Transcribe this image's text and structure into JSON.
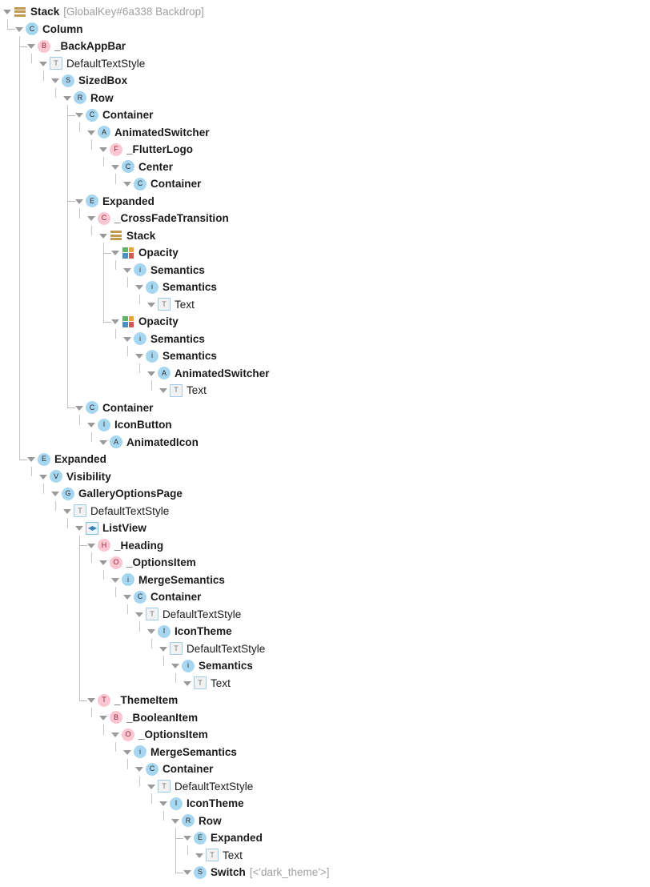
{
  "app": {
    "title": "Flutter Widget Inspector Tree",
    "background": "#ffffff",
    "icon_colors": {
      "circle_blue": "#a7d7f0",
      "circle_pink": "#fbc6d1",
      "stack_bar": "#c09a52",
      "grid_green": "#62b465",
      "grid_orange": "#e8a33d",
      "grid_blue": "#4a90c4",
      "grid_red": "#cc5a55",
      "guide_line": "#c6c6c6",
      "meta_text": "#a0a0a0",
      "label_text": "#1a1a1a"
    }
  },
  "tree": {
    "nodes": [
      {
        "id": 0,
        "depth": 0,
        "label": "Stack",
        "meta": "[GlobalKey#6a338 Backdrop]",
        "icon": "stack-icon",
        "letter": "",
        "bold": true,
        "expanded": true,
        "elbow": false
      },
      {
        "id": 1,
        "depth": 1,
        "label": "Column",
        "meta": "",
        "icon": "circle-blue-icon",
        "letter": "C",
        "bold": true,
        "expanded": true,
        "elbow": true
      },
      {
        "id": 2,
        "depth": 2,
        "label": "_BackAppBar",
        "meta": "",
        "icon": "circle-pink-icon",
        "letter": "B",
        "bold": true,
        "expanded": true,
        "elbow": true
      },
      {
        "id": 3,
        "depth": 3,
        "label": "DefaultTextStyle",
        "meta": "",
        "icon": "box-t-icon",
        "letter": "T",
        "bold": false,
        "expanded": true,
        "elbow": false
      },
      {
        "id": 4,
        "depth": 4,
        "label": "SizedBox",
        "meta": "",
        "icon": "circle-blue-icon",
        "letter": "S",
        "bold": true,
        "expanded": true,
        "elbow": false
      },
      {
        "id": 5,
        "depth": 5,
        "label": "Row",
        "meta": "",
        "icon": "circle-blue-icon",
        "letter": "R",
        "bold": true,
        "expanded": true,
        "elbow": false
      },
      {
        "id": 6,
        "depth": 6,
        "label": "Container",
        "meta": "",
        "icon": "circle-blue-icon",
        "letter": "C",
        "bold": true,
        "expanded": true,
        "elbow": true
      },
      {
        "id": 7,
        "depth": 7,
        "label": "AnimatedSwitcher",
        "meta": "",
        "icon": "circle-blue-icon",
        "letter": "A",
        "bold": true,
        "expanded": true,
        "elbow": false
      },
      {
        "id": 8,
        "depth": 8,
        "label": "_FlutterLogo",
        "meta": "",
        "icon": "circle-pink-icon",
        "letter": "F",
        "bold": true,
        "expanded": true,
        "elbow": false
      },
      {
        "id": 9,
        "depth": 9,
        "label": "Center",
        "meta": "",
        "icon": "circle-blue-icon",
        "letter": "C",
        "bold": true,
        "expanded": true,
        "elbow": false
      },
      {
        "id": 10,
        "depth": 10,
        "label": "Container",
        "meta": "",
        "icon": "circle-blue-icon",
        "letter": "C",
        "bold": true,
        "expanded": true,
        "elbow": false
      },
      {
        "id": 11,
        "depth": 6,
        "label": "Expanded",
        "meta": "",
        "icon": "circle-blue-icon",
        "letter": "E",
        "bold": true,
        "expanded": true,
        "elbow": true
      },
      {
        "id": 12,
        "depth": 7,
        "label": "_CrossFadeTransition",
        "meta": "",
        "icon": "circle-pink-icon",
        "letter": "C",
        "bold": true,
        "expanded": true,
        "elbow": false
      },
      {
        "id": 13,
        "depth": 8,
        "label": "Stack",
        "meta": "",
        "icon": "stack-icon",
        "letter": "",
        "bold": true,
        "expanded": true,
        "elbow": false
      },
      {
        "id": 14,
        "depth": 9,
        "label": "Opacity",
        "meta": "",
        "icon": "grid-icon",
        "letter": "",
        "bold": true,
        "expanded": true,
        "elbow": true
      },
      {
        "id": 15,
        "depth": 10,
        "label": "Semantics",
        "meta": "",
        "icon": "circle-blue-icon",
        "letter": "i",
        "bold": true,
        "expanded": true,
        "elbow": false
      },
      {
        "id": 16,
        "depth": 11,
        "label": "Semantics",
        "meta": "",
        "icon": "circle-blue-icon",
        "letter": "i",
        "bold": true,
        "expanded": true,
        "elbow": false
      },
      {
        "id": 17,
        "depth": 12,
        "label": "Text",
        "meta": "",
        "icon": "box-t-icon",
        "letter": "T",
        "bold": false,
        "expanded": true,
        "elbow": false
      },
      {
        "id": 18,
        "depth": 9,
        "label": "Opacity",
        "meta": "",
        "icon": "grid-icon",
        "letter": "",
        "bold": true,
        "expanded": true,
        "elbow": true
      },
      {
        "id": 19,
        "depth": 10,
        "label": "Semantics",
        "meta": "",
        "icon": "circle-blue-icon",
        "letter": "i",
        "bold": true,
        "expanded": true,
        "elbow": false
      },
      {
        "id": 20,
        "depth": 11,
        "label": "Semantics",
        "meta": "",
        "icon": "circle-blue-icon",
        "letter": "i",
        "bold": true,
        "expanded": true,
        "elbow": false
      },
      {
        "id": 21,
        "depth": 12,
        "label": "AnimatedSwitcher",
        "meta": "",
        "icon": "circle-blue-icon",
        "letter": "A",
        "bold": true,
        "expanded": true,
        "elbow": false
      },
      {
        "id": 22,
        "depth": 13,
        "label": "Text",
        "meta": "",
        "icon": "box-t-icon",
        "letter": "T",
        "bold": false,
        "expanded": true,
        "elbow": false
      },
      {
        "id": 23,
        "depth": 6,
        "label": "Container",
        "meta": "",
        "icon": "circle-blue-icon",
        "letter": "C",
        "bold": true,
        "expanded": true,
        "elbow": true
      },
      {
        "id": 24,
        "depth": 7,
        "label": "IconButton",
        "meta": "",
        "icon": "circle-blue-icon",
        "letter": "I",
        "bold": true,
        "expanded": true,
        "elbow": false
      },
      {
        "id": 25,
        "depth": 8,
        "label": "AnimatedIcon",
        "meta": "",
        "icon": "circle-blue-icon",
        "letter": "A",
        "bold": true,
        "expanded": true,
        "elbow": false
      },
      {
        "id": 26,
        "depth": 2,
        "label": "Expanded",
        "meta": "",
        "icon": "circle-blue-icon",
        "letter": "E",
        "bold": true,
        "expanded": true,
        "elbow": true
      },
      {
        "id": 27,
        "depth": 3,
        "label": "Visibility",
        "meta": "",
        "icon": "circle-blue-icon",
        "letter": "V",
        "bold": true,
        "expanded": true,
        "elbow": false
      },
      {
        "id": 28,
        "depth": 4,
        "label": "GalleryOptionsPage",
        "meta": "",
        "icon": "circle-blue-icon",
        "letter": "G",
        "bold": true,
        "expanded": true,
        "elbow": false
      },
      {
        "id": 29,
        "depth": 5,
        "label": "DefaultTextStyle",
        "meta": "",
        "icon": "box-t-icon",
        "letter": "T",
        "bold": false,
        "expanded": true,
        "elbow": false
      },
      {
        "id": 30,
        "depth": 6,
        "label": "ListView",
        "meta": "",
        "icon": "listview-icon",
        "letter": "",
        "bold": true,
        "expanded": true,
        "elbow": false
      },
      {
        "id": 31,
        "depth": 7,
        "label": "_Heading",
        "meta": "",
        "icon": "circle-pink-icon",
        "letter": "H",
        "bold": true,
        "expanded": true,
        "elbow": true
      },
      {
        "id": 32,
        "depth": 8,
        "label": "_OptionsItem",
        "meta": "",
        "icon": "circle-pink-icon",
        "letter": "O",
        "bold": true,
        "expanded": true,
        "elbow": false
      },
      {
        "id": 33,
        "depth": 9,
        "label": "MergeSemantics",
        "meta": "",
        "icon": "circle-blue-icon",
        "letter": "i",
        "bold": true,
        "expanded": true,
        "elbow": false
      },
      {
        "id": 34,
        "depth": 10,
        "label": "Container",
        "meta": "",
        "icon": "circle-blue-icon",
        "letter": "C",
        "bold": true,
        "expanded": true,
        "elbow": false
      },
      {
        "id": 35,
        "depth": 11,
        "label": "DefaultTextStyle",
        "meta": "",
        "icon": "box-t-icon",
        "letter": "T",
        "bold": false,
        "expanded": true,
        "elbow": false
      },
      {
        "id": 36,
        "depth": 12,
        "label": "IconTheme",
        "meta": "",
        "icon": "circle-blue-icon",
        "letter": "I",
        "bold": true,
        "expanded": true,
        "elbow": false
      },
      {
        "id": 37,
        "depth": 13,
        "label": "DefaultTextStyle",
        "meta": "",
        "icon": "box-t-icon",
        "letter": "T",
        "bold": false,
        "expanded": true,
        "elbow": false
      },
      {
        "id": 38,
        "depth": 14,
        "label": "Semantics",
        "meta": "",
        "icon": "circle-blue-icon",
        "letter": "i",
        "bold": true,
        "expanded": true,
        "elbow": false
      },
      {
        "id": 39,
        "depth": 15,
        "label": "Text",
        "meta": "",
        "icon": "box-t-icon",
        "letter": "T",
        "bold": false,
        "expanded": true,
        "elbow": false
      },
      {
        "id": 40,
        "depth": 7,
        "label": "_ThemeItem",
        "meta": "",
        "icon": "circle-pink-icon",
        "letter": "T",
        "bold": true,
        "expanded": true,
        "elbow": true
      },
      {
        "id": 41,
        "depth": 8,
        "label": "_BooleanItem",
        "meta": "",
        "icon": "circle-pink-icon",
        "letter": "B",
        "bold": true,
        "expanded": true,
        "elbow": false
      },
      {
        "id": 42,
        "depth": 9,
        "label": "_OptionsItem",
        "meta": "",
        "icon": "circle-pink-icon",
        "letter": "O",
        "bold": true,
        "expanded": true,
        "elbow": false
      },
      {
        "id": 43,
        "depth": 10,
        "label": "MergeSemantics",
        "meta": "",
        "icon": "circle-blue-icon",
        "letter": "i",
        "bold": true,
        "expanded": true,
        "elbow": false
      },
      {
        "id": 44,
        "depth": 11,
        "label": "Container",
        "meta": "",
        "icon": "circle-blue-icon",
        "letter": "C",
        "bold": true,
        "expanded": true,
        "elbow": false
      },
      {
        "id": 45,
        "depth": 12,
        "label": "DefaultTextStyle",
        "meta": "",
        "icon": "box-t-icon",
        "letter": "T",
        "bold": false,
        "expanded": true,
        "elbow": false
      },
      {
        "id": 46,
        "depth": 13,
        "label": "IconTheme",
        "meta": "",
        "icon": "circle-blue-icon",
        "letter": "I",
        "bold": true,
        "expanded": true,
        "elbow": false
      },
      {
        "id": 47,
        "depth": 14,
        "label": "Row",
        "meta": "",
        "icon": "circle-blue-icon",
        "letter": "R",
        "bold": true,
        "expanded": true,
        "elbow": false
      },
      {
        "id": 48,
        "depth": 15,
        "label": "Expanded",
        "meta": "",
        "icon": "circle-blue-icon",
        "letter": "E",
        "bold": true,
        "expanded": true,
        "elbow": true
      },
      {
        "id": 49,
        "depth": 16,
        "label": "Text",
        "meta": "",
        "icon": "box-t-icon",
        "letter": "T",
        "bold": false,
        "expanded": true,
        "elbow": false
      },
      {
        "id": 50,
        "depth": 15,
        "label": "Switch",
        "meta": "[<'dark_theme'>]",
        "icon": "circle-blue-icon",
        "letter": "S",
        "bold": true,
        "expanded": true,
        "elbow": true
      }
    ]
  }
}
